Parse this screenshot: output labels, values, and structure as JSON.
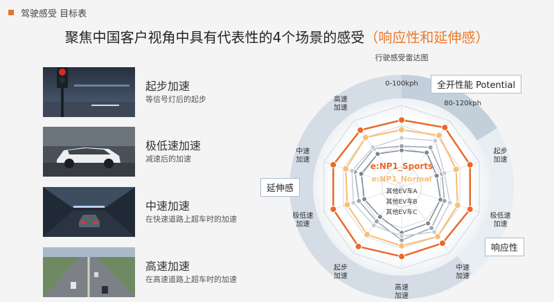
{
  "header": {
    "title": "驾驶感受 目标表"
  },
  "headline": {
    "main": "聚焦中国客户视角中具有代表性的4个场景的感受",
    "highlight": "（响应性和延伸感）"
  },
  "scenes": [
    {
      "name": "起步加速",
      "desc": "等信号灯后的起步"
    },
    {
      "name": "极低速加速",
      "desc": "减速后的加速"
    },
    {
      "name": "中速加速",
      "desc": "在快速道路上超车时的加速"
    },
    {
      "name": "高速加速",
      "desc": "在高速道路上超车时的加速"
    }
  ],
  "chart": {
    "title": "行驶感受雷达图",
    "callouts": {
      "potential": "全开性能  Potential",
      "extension": "延伸感",
      "response": "响应性"
    }
  },
  "chart_data": {
    "type": "radar",
    "title": "行驶感受雷达图",
    "axes": [
      "0-100kph",
      "80-120kph",
      "起步加速",
      "极低速加速",
      "中速加速",
      "高速加速",
      "起步加速",
      "极低速加速",
      "中速加速",
      "高速加速"
    ],
    "groups": [
      {
        "name": "全开性能  Potential",
        "axes": [
          "0-100kph",
          "80-120kph"
        ]
      },
      {
        "name": "响应性",
        "axes": [
          "起步加速",
          "极低速加速",
          "中速加速",
          "高速加速"
        ]
      },
      {
        "name": "延伸感",
        "axes": [
          "起步加速",
          "极低速加速",
          "中速加速",
          "高速加速"
        ]
      }
    ],
    "series": [
      {
        "name": "e:NP1_Sports",
        "color": "#e8692a",
        "values": [
          0.82,
          0.9,
          0.88,
          0.88,
          0.85,
          0.85,
          0.9,
          0.88,
          0.88,
          0.86
        ]
      },
      {
        "name": "e:NP1_Normal",
        "color": "#f5c07a",
        "values": [
          0.7,
          0.78,
          0.7,
          0.72,
          0.75,
          0.72,
          0.72,
          0.7,
          0.72,
          0.75
        ]
      },
      {
        "name": "其他EV车A",
        "color": "#c8cdd3",
        "values": [
          0.6,
          0.7,
          0.55,
          0.62,
          0.68,
          0.6,
          0.58,
          0.62,
          0.64,
          0.6
        ]
      },
      {
        "name": "其他EV车B",
        "color": "#9aa3ad",
        "values": [
          0.5,
          0.6,
          0.52,
          0.55,
          0.62,
          0.65,
          0.52,
          0.55,
          0.6,
          0.58
        ]
      },
      {
        "name": "其他EV车C",
        "color": "#7d858e",
        "values": [
          0.45,
          0.52,
          0.45,
          0.5,
          0.55,
          0.56,
          0.45,
          0.48,
          0.52,
          0.5
        ]
      }
    ],
    "grid": true,
    "legend": "center"
  }
}
